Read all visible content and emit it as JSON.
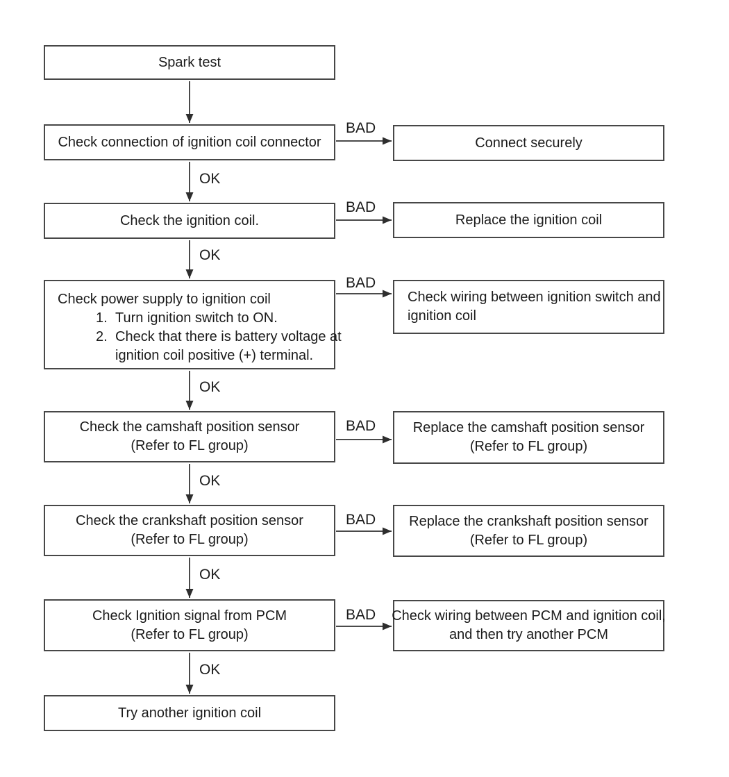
{
  "diagram": {
    "labels": {
      "ok": "OK",
      "bad": "BAD"
    },
    "colors": {
      "line": "#4a4a4a",
      "border": "#474747",
      "text": "#1b1b1b",
      "background": "#ffffff"
    },
    "nodes": {
      "spark_test": {
        "text": "Spark test"
      },
      "check_connection": {
        "text": "Check connection of ignition coil connector"
      },
      "connect_securely": {
        "text": "Connect securely"
      },
      "check_ignition_coil": {
        "text": "Check the ignition coil."
      },
      "replace_ignition_coil": {
        "text": "Replace the ignition coil"
      },
      "check_power_supply": {
        "heading": "Check power supply to ignition coil",
        "steps": [
          {
            "num": "1.",
            "text": "Turn ignition switch to ON."
          },
          {
            "num": "2.",
            "text": "Check that there is battery voltage at ignition coil positive (+) terminal."
          }
        ]
      },
      "check_wiring_switch": {
        "line1": "Check wiring between ignition switch and",
        "line2": "ignition coil"
      },
      "check_camshaft": {
        "line1": "Check the camshaft position sensor",
        "line2": "(Refer to FL group)"
      },
      "replace_camshaft": {
        "line1": "Replace the camshaft position sensor",
        "line2": "(Refer to FL group)"
      },
      "check_crankshaft": {
        "line1": "Check the crankshaft position sensor",
        "line2": "(Refer to FL group)"
      },
      "replace_crankshaft": {
        "line1": "Replace the crankshaft position sensor",
        "line2": "(Refer to FL group)"
      },
      "check_ignition_signal": {
        "line1": "Check Ignition signal from PCM",
        "line2": "(Refer to FL group)"
      },
      "check_wiring_pcm": {
        "line1": "Check wiring between PCM and ignition coil,",
        "line2": "and then try another PCM"
      },
      "try_another_coil": {
        "text": "Try another ignition coil"
      }
    }
  }
}
